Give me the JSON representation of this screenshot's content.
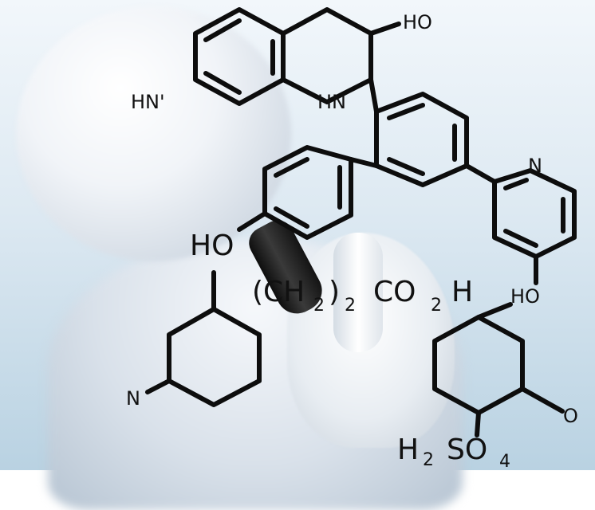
{
  "scene": {
    "background_top": "#f2f7fb",
    "background_bottom": "#b9d2e2",
    "ink_color": "#0d0d0d"
  },
  "labels": {
    "ho_top": "HO",
    "hn_left": "HN'",
    "hn_ring": "HN",
    "n_pyridine": "N",
    "ho_left": "HO",
    "formula_main": "(CH",
    "formula_sub1": "2",
    "formula_close": ")",
    "formula_sub2": "2",
    "formula_co": "CO",
    "formula_sub3": "2",
    "formula_h": "H",
    "ho_right": "HO",
    "n_bottom_left": "N",
    "o_right": "O",
    "h_bottom": "H",
    "h_sub": "2",
    "so_bottom": "SO",
    "so_sub": "4"
  }
}
